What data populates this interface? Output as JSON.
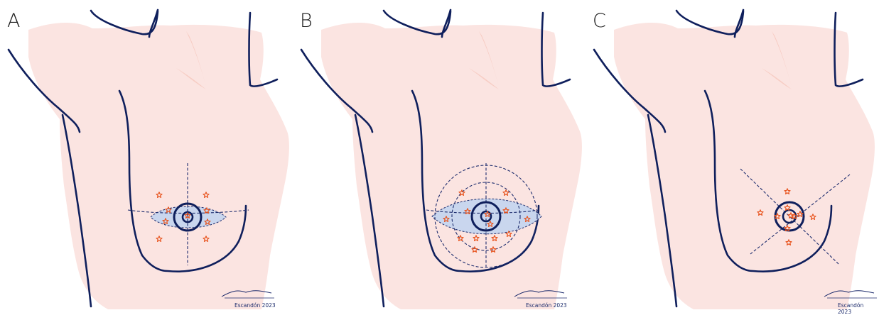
{
  "panels": [
    {
      "letter": "A",
      "signature": "Escandón 2023",
      "variant": "A"
    },
    {
      "letter": "B",
      "signature": "Escandón 2023",
      "variant": "B"
    },
    {
      "letter": "C",
      "signature": "Escandón 2023",
      "variant": "C"
    }
  ],
  "colors": {
    "breast_fill": "#fbe4e1",
    "outline": "#0f1f5c",
    "dashed": "#1e2d6e",
    "ellipse_fill": "#c9d6ee",
    "star": "#e8541e",
    "muscle": "#f6c7bd"
  }
}
